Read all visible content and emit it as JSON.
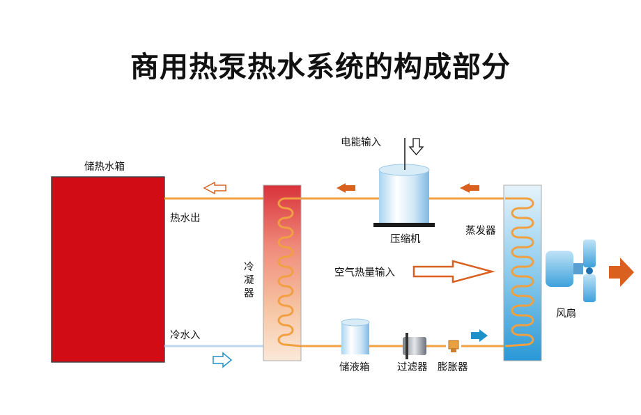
{
  "title": "商用热泵热水系统的构成部分",
  "labels": {
    "tank": "储热水箱",
    "hot_out": "热水出",
    "cold_in": "冷水入",
    "condenser": [
      "冷",
      "凝",
      "器"
    ],
    "power_in": "电能输入",
    "compressor": "压缩机",
    "evaporator": "蒸发器",
    "air_heat_in": "空气热量输入",
    "fan": "风扇",
    "receiver": "储液箱",
    "filter": "过滤器",
    "expansion": "膨胀器"
  },
  "colors": {
    "tank": "#d20c14",
    "pipe": "#f0a040",
    "arrow_orange": "#d9601e",
    "arrow_blue": "#1e90c8",
    "evaporator": "#7cc4e8"
  }
}
